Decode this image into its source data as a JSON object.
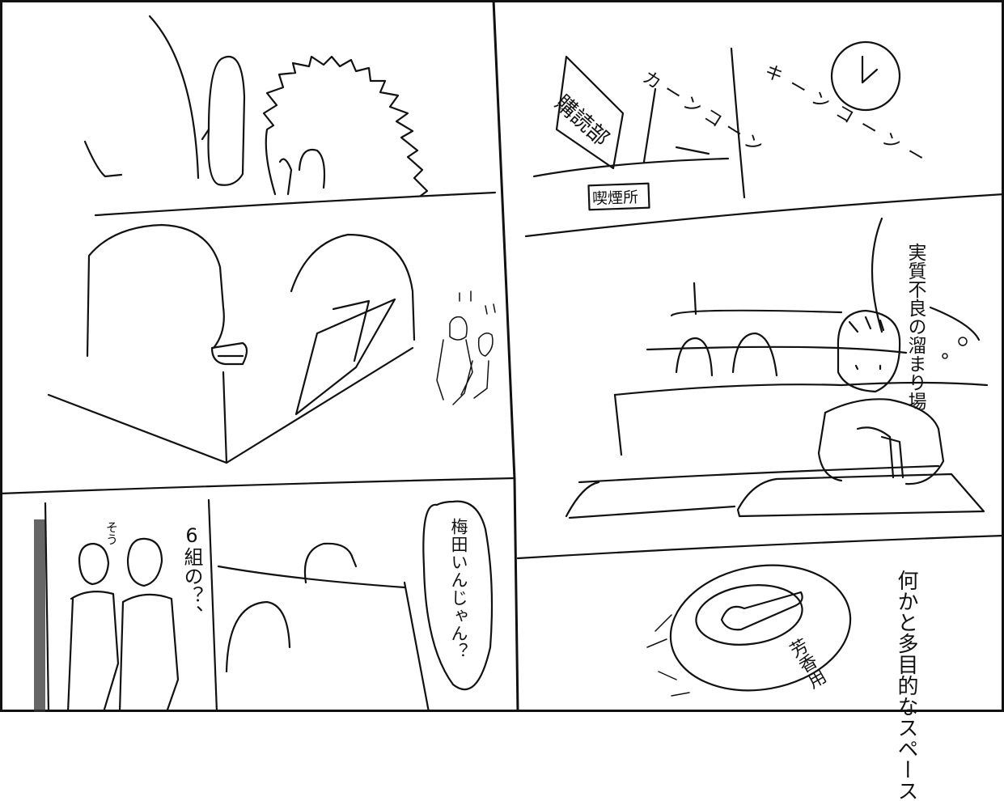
{
  "panels": {
    "top_right": {
      "sound_chime_1": "カーンコーン",
      "sound_chime_2": "キーンコーンー",
      "door_sign": "喫煙所",
      "club_sign": "購読部"
    },
    "middle_right": {
      "thought_caption": "実質不良の溜まり場"
    },
    "bottom_left": {
      "small_voice": "そう",
      "dialogue_group": "6組の？、",
      "speech_bubble": "梅田いんじゃん？"
    },
    "bottom_right": {
      "ashtray_label": "芳香用",
      "caption": "何かと多目的なスペース"
    }
  }
}
